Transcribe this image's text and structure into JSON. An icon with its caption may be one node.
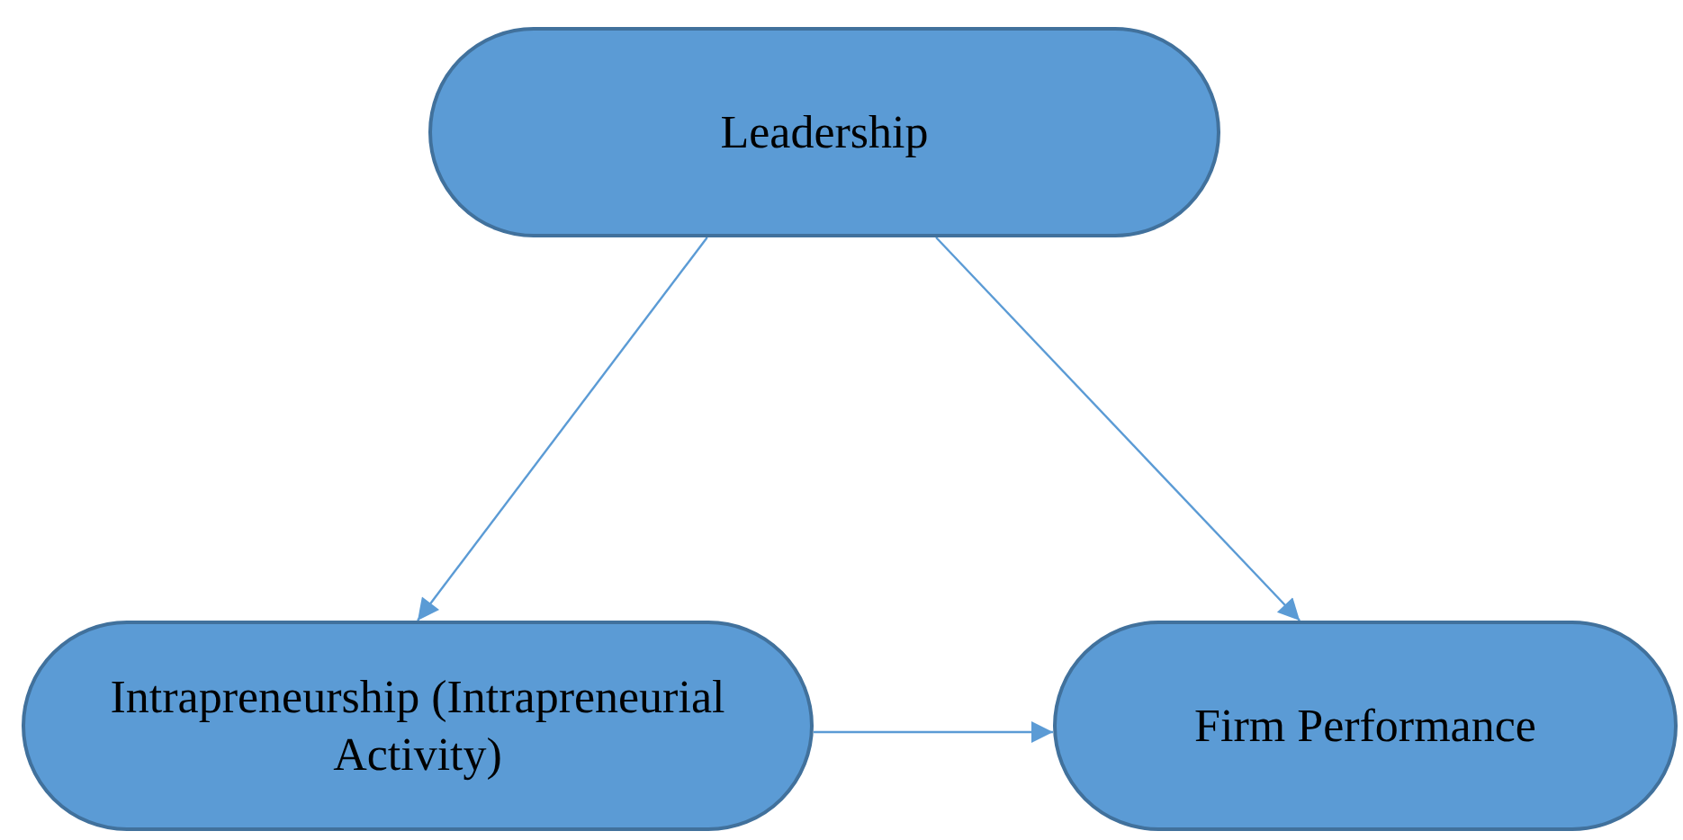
{
  "diagram": {
    "nodes": [
      {
        "text": [
          "Leadership"
        ]
      },
      {
        "text": [
          "Intrapreneurship (Intrapreneurial Activity)"
        ]
      },
      {
        "text": [
          "Firm Performance"
        ]
      }
    ],
    "edges": [
      {
        "from": 0,
        "to": 1,
        "arrow": "to"
      },
      {
        "from": 0,
        "to": 2,
        "arrow": "to"
      },
      {
        "from": 1,
        "to": 2,
        "arrow": "to"
      }
    ]
  }
}
